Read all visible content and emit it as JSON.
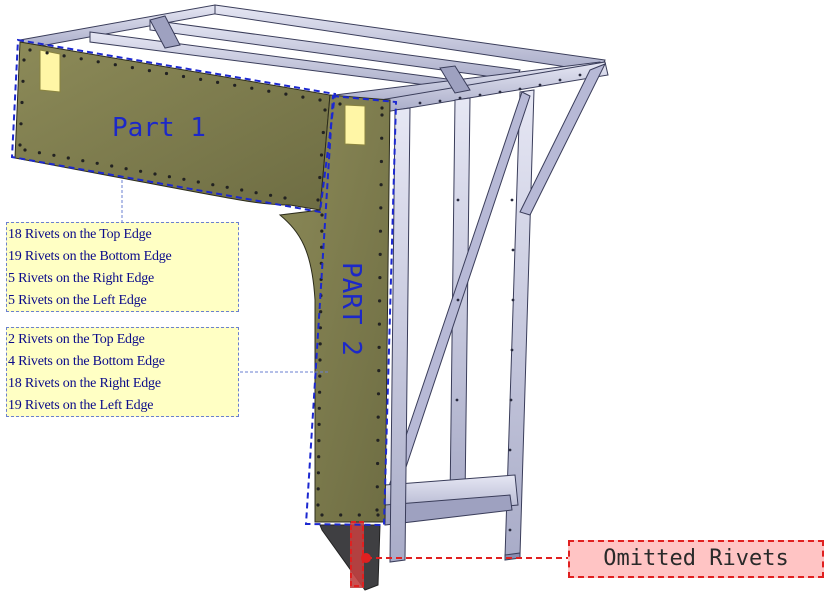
{
  "labels": {
    "part1": "Part 1",
    "part2": "PART 2",
    "omitted": "Omitted Rivets"
  },
  "part1_notes": [
    "18 Rivets on the Top Edge",
    "19 Rivets on the Bottom Edge",
    "5 Rivets on the Right Edge",
    "5 Rivets on the Left Edge"
  ],
  "part2_notes": [
    "2 Rivets on the Top Edge",
    "4 Rivets on the Bottom Edge",
    "18 Rivets on the Right Edge",
    "19 Rivets on the Left Edge"
  ],
  "colors": {
    "panel": "#7b7a4a",
    "frame": "#c9cbe4",
    "note_bg": "#ffffc4",
    "outline": "#1c28d0",
    "omit_red": "#e02020"
  }
}
